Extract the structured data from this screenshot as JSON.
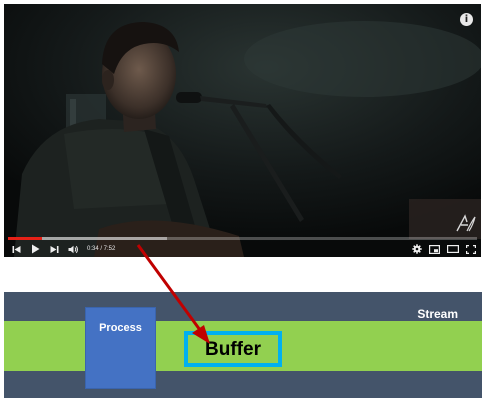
{
  "player": {
    "time_display": "0:34 / 7:52",
    "progress_fraction": 0.072,
    "buffered_fraction": 0.34,
    "accent_color": "#e62117",
    "info_icon": "info-icon",
    "controls": [
      "skip-previous-icon",
      "play-icon",
      "skip-next-icon",
      "volume-icon"
    ],
    "right_controls": [
      "settings-gear-icon",
      "miniplayer-icon",
      "theater-mode-icon",
      "fullscreen-icon"
    ]
  },
  "diagram": {
    "stream_label": "Stream",
    "process_label": "Process",
    "buffer_label": "Buffer",
    "colors": {
      "stream": "#44546a",
      "band": "#92d050",
      "process": "#4472c4",
      "buffer_border": "#00b0f0",
      "arrow": "#c00000"
    }
  }
}
